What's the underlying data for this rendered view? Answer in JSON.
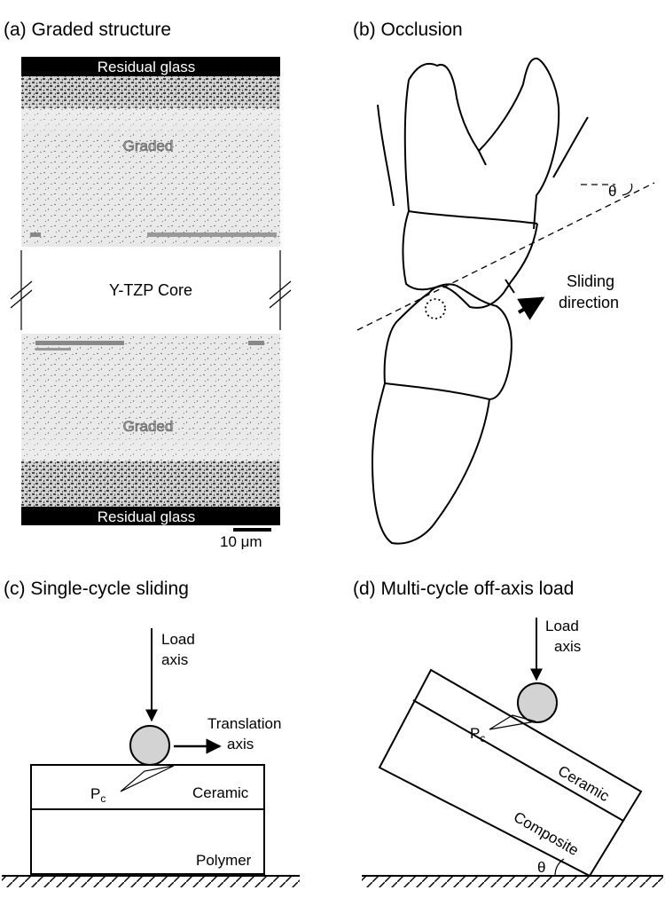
{
  "panels": {
    "a": {
      "title": "(a) Graded structure",
      "residual_glass_top": "Residual glass",
      "graded_top": "Graded",
      "core": "Y-TZP Core",
      "graded_bottom": "Graded",
      "residual_glass_bottom": "Residual glass",
      "scale_bar": "10 μm"
    },
    "b": {
      "title": "(b) Occlusion",
      "angle": "θ",
      "sliding_direction_line1": "Sliding",
      "sliding_direction_line2": "direction"
    },
    "c": {
      "title": "(c) Single-cycle sliding",
      "load_axis_line1": "Load",
      "load_axis_line2": "axis",
      "translation_line1": "Translation",
      "translation_line2": "axis",
      "pc": "P",
      "pc_sub": "c",
      "layer_top": "Ceramic",
      "layer_bottom": "Polymer"
    },
    "d": {
      "title": "(d) Multi-cycle off-axis load",
      "load_axis_line1": "Load",
      "load_axis_line2": "axis",
      "pc": "P",
      "pc_sub": "c",
      "layer_top": "Ceramic",
      "layer_bottom": "Composite",
      "angle": "θ"
    }
  },
  "colors": {
    "indenter_fill": "#d3d3d3",
    "glass_band": "#000000",
    "micrograph_bg": "#e6e6e6"
  }
}
